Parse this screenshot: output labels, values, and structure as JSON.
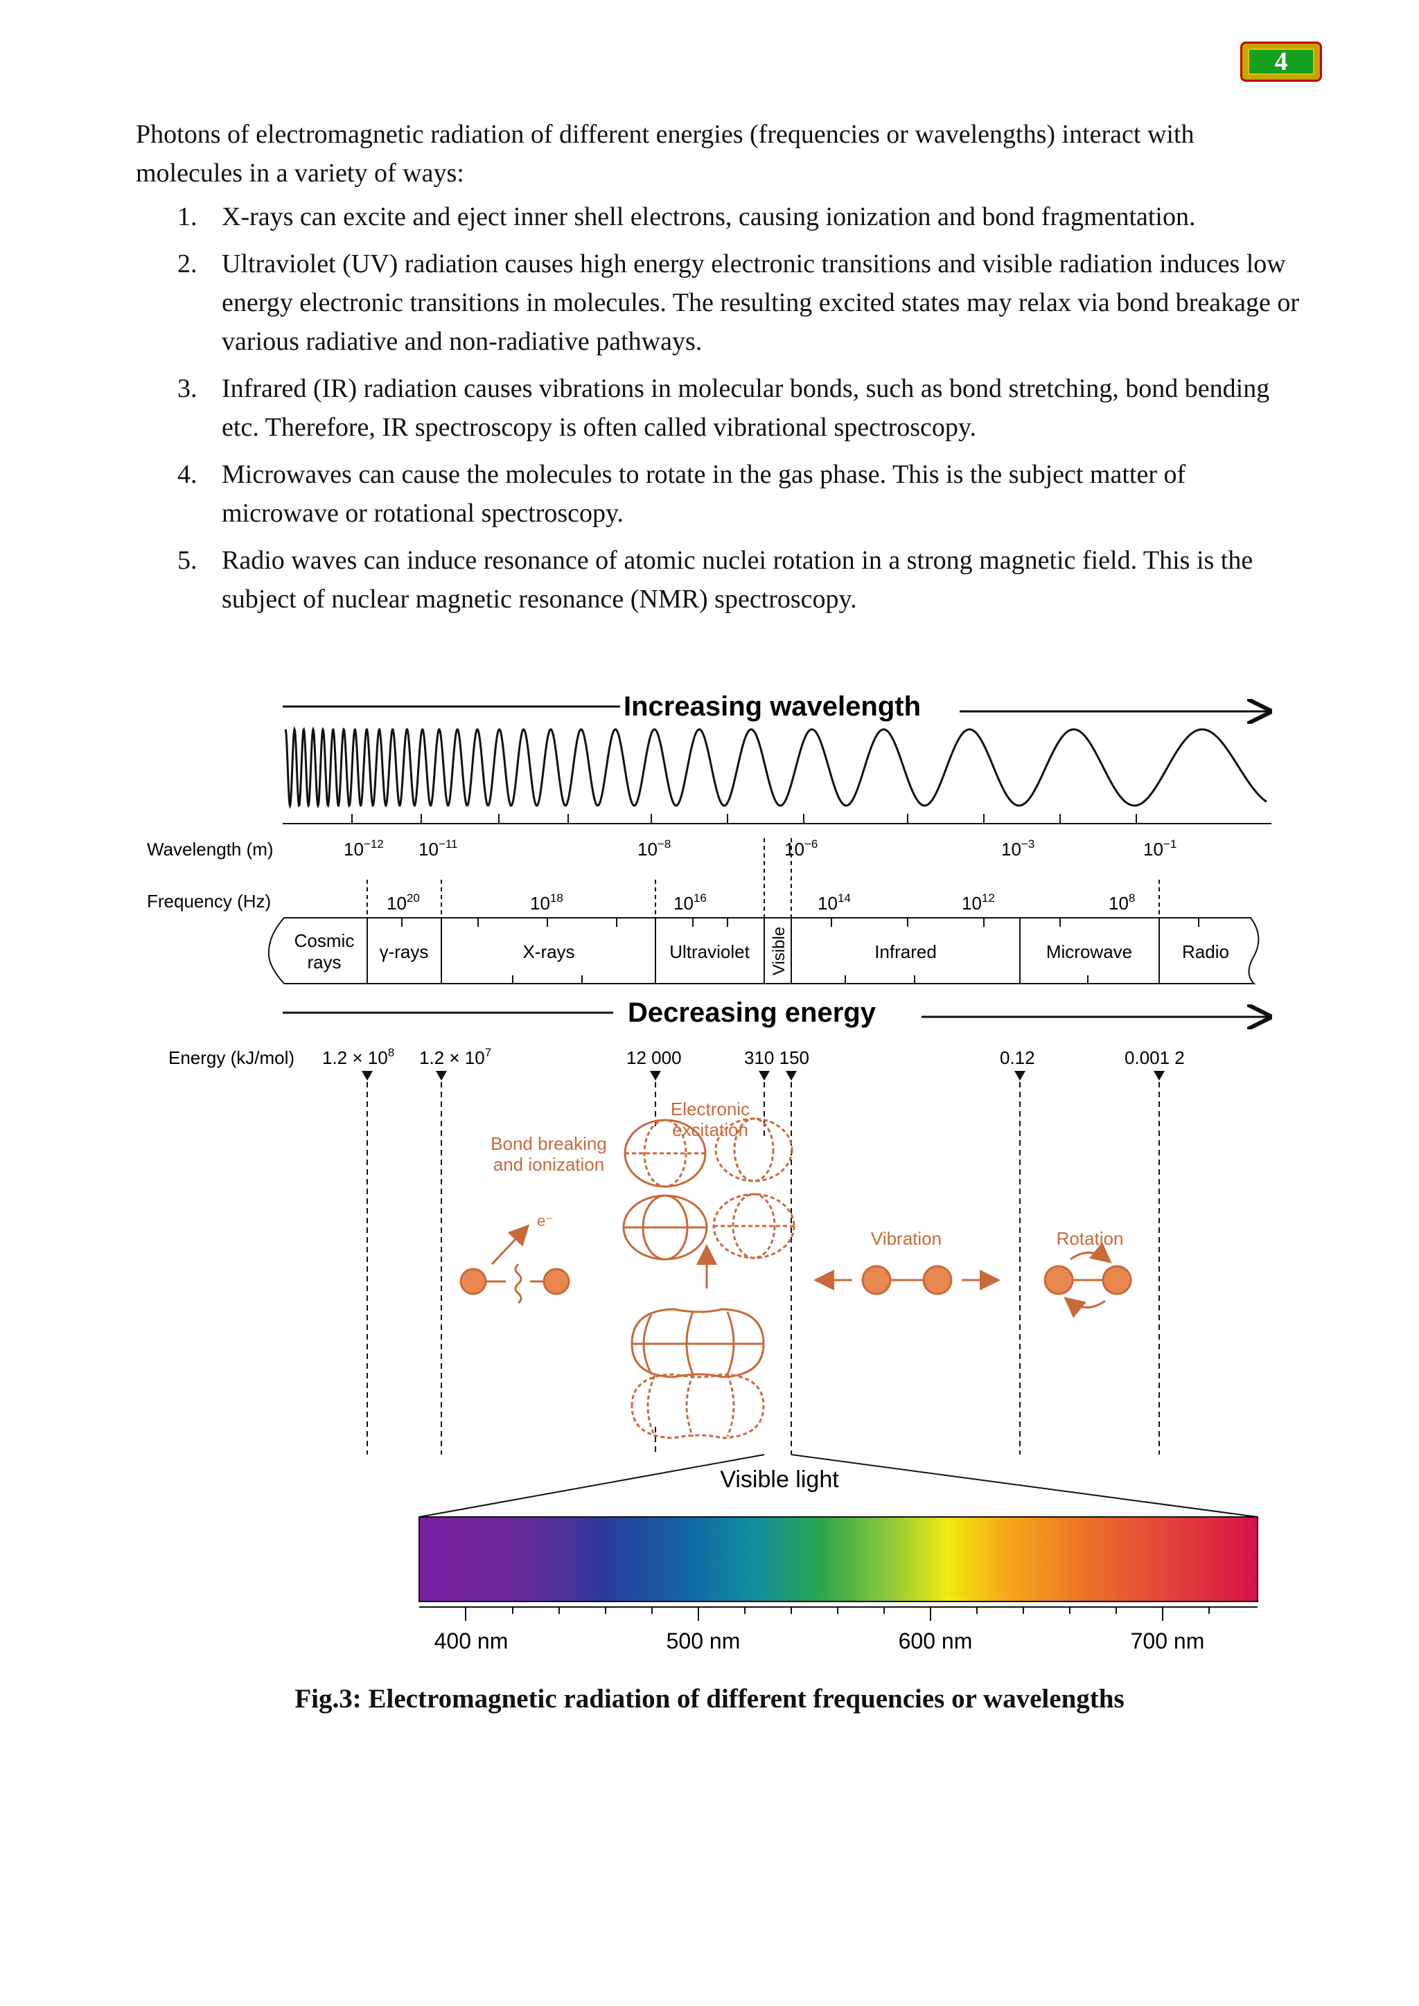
{
  "page_number": "4",
  "intro": "Photons of electromagnetic radiation of different energies (frequencies or wavelengths) interact with molecules in a variety of ways:",
  "items": [
    {
      "num": "1.",
      "text": "X-rays can excite and eject inner shell electrons, causing ionization and bond fragmentation."
    },
    {
      "num": "2.",
      "text": "Ultraviolet (UV) radiation causes high energy electronic transitions and visible radiation induces low energy electronic transitions in molecules. The resulting excited states may relax via bond breakage or various radiative and non-radiative pathways."
    },
    {
      "num": "3.",
      "text": "Infrared (IR) radiation causes vibrations in molecular bonds, such as bond stretching, bond bending etc. Therefore, IR spectroscopy is often called vibrational spectroscopy."
    },
    {
      "num": "4.",
      "text": "Microwaves can cause the molecules to rotate in the gas phase. This is the subject matter of microwave or rotational spectroscopy."
    },
    {
      "num": "5.",
      "text": "Radio waves can induce resonance of atomic nuclei rotation in a strong magnetic field. This is the subject of nuclear magnetic resonance (NMR) spectroscopy."
    }
  ],
  "figure": {
    "increasing_wavelength": "Increasing wavelength",
    "decreasing_energy": "Decreasing energy",
    "wavelength_label": "Wavelength (m)",
    "frequency_label": "Frequency (Hz)",
    "energy_label": "Energy (kJ/mol)",
    "wavelength_ticks": [
      {
        "base": "10",
        "exp": "−12"
      },
      {
        "base": "10",
        "exp": "−11"
      },
      {
        "base": "10",
        "exp": "−8"
      },
      {
        "base": "10",
        "exp": "−6"
      },
      {
        "base": "10",
        "exp": "−3"
      },
      {
        "base": "10",
        "exp": "−1"
      }
    ],
    "frequency_ticks": [
      {
        "base": "10",
        "exp": "20"
      },
      {
        "base": "10",
        "exp": "18"
      },
      {
        "base": "10",
        "exp": "16"
      },
      {
        "base": "10",
        "exp": "14"
      },
      {
        "base": "10",
        "exp": "12"
      },
      {
        "base": "10",
        "exp": "8"
      }
    ],
    "regions": {
      "cosmic_1": "Cosmic",
      "cosmic_2": "rays",
      "gamma": "γ-rays",
      "xray": "X-rays",
      "uv": "Ultraviolet",
      "visible": "Visible",
      "ir": "Infrared",
      "microwave": "Microwave",
      "radio": "Radio"
    },
    "energy_values": {
      "e1_mant": "1.2 × 10",
      "e1_exp": "8",
      "e2_mant": "1.2 × 10",
      "e2_exp": "7",
      "e3": "12 000",
      "e4": "310 150",
      "e5": "0.12",
      "e6": "0.001 2"
    },
    "process_labels": {
      "bond_1": "Bond breaking",
      "bond_2": "and ionization",
      "elec_1": "Electronic",
      "elec_2": "excitation",
      "vibration": "Vibration",
      "rotation": "Rotation",
      "electron": "e⁻"
    },
    "visible_light": "Visible light",
    "nm_ticks": [
      "400 nm",
      "500 nm",
      "600 nm",
      "700 nm"
    ],
    "colors": {
      "orange": "#c86a3a",
      "orange_fill": "#e8874e",
      "line": "#222222"
    }
  },
  "caption_bold": "Fig.3:",
  "caption_text": " Electromagnetic radiation of different frequencies or wavelengths"
}
